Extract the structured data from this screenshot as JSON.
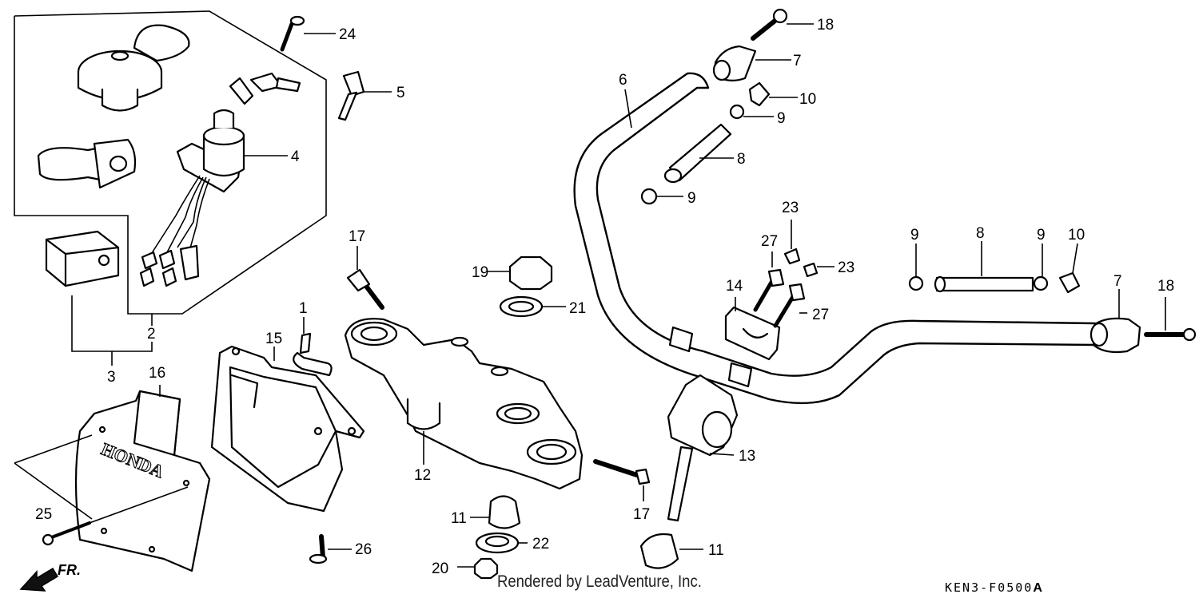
{
  "callouts": {
    "c1": "1",
    "c2": "2",
    "c3": "3",
    "c4": "4",
    "c5": "5",
    "c6": "6",
    "c7a": "7",
    "c7b": "7",
    "c8a": "8",
    "c8b": "8",
    "c9a": "9",
    "c9b": "9",
    "c9c": "9",
    "c9d": "9",
    "c10a": "10",
    "c10b": "10",
    "c11a": "11",
    "c11b": "11",
    "c12": "12",
    "c13": "13",
    "c14": "14",
    "c15": "15",
    "c16": "16",
    "c17a": "17",
    "c17b": "17",
    "c18a": "18",
    "c18b": "18",
    "c19": "19",
    "c20": "20",
    "c21": "21",
    "c22": "22",
    "c23a": "23",
    "c23b": "23",
    "c24": "24",
    "c25": "25",
    "c26": "26",
    "c27a": "27",
    "c27b": "27"
  },
  "emblem_text": "HONDA",
  "direction_label": "FR.",
  "footer": {
    "credit": "Rendered by LeadVenture, Inc.",
    "code": "KEN3-F0500",
    "code_suffix": "A"
  }
}
